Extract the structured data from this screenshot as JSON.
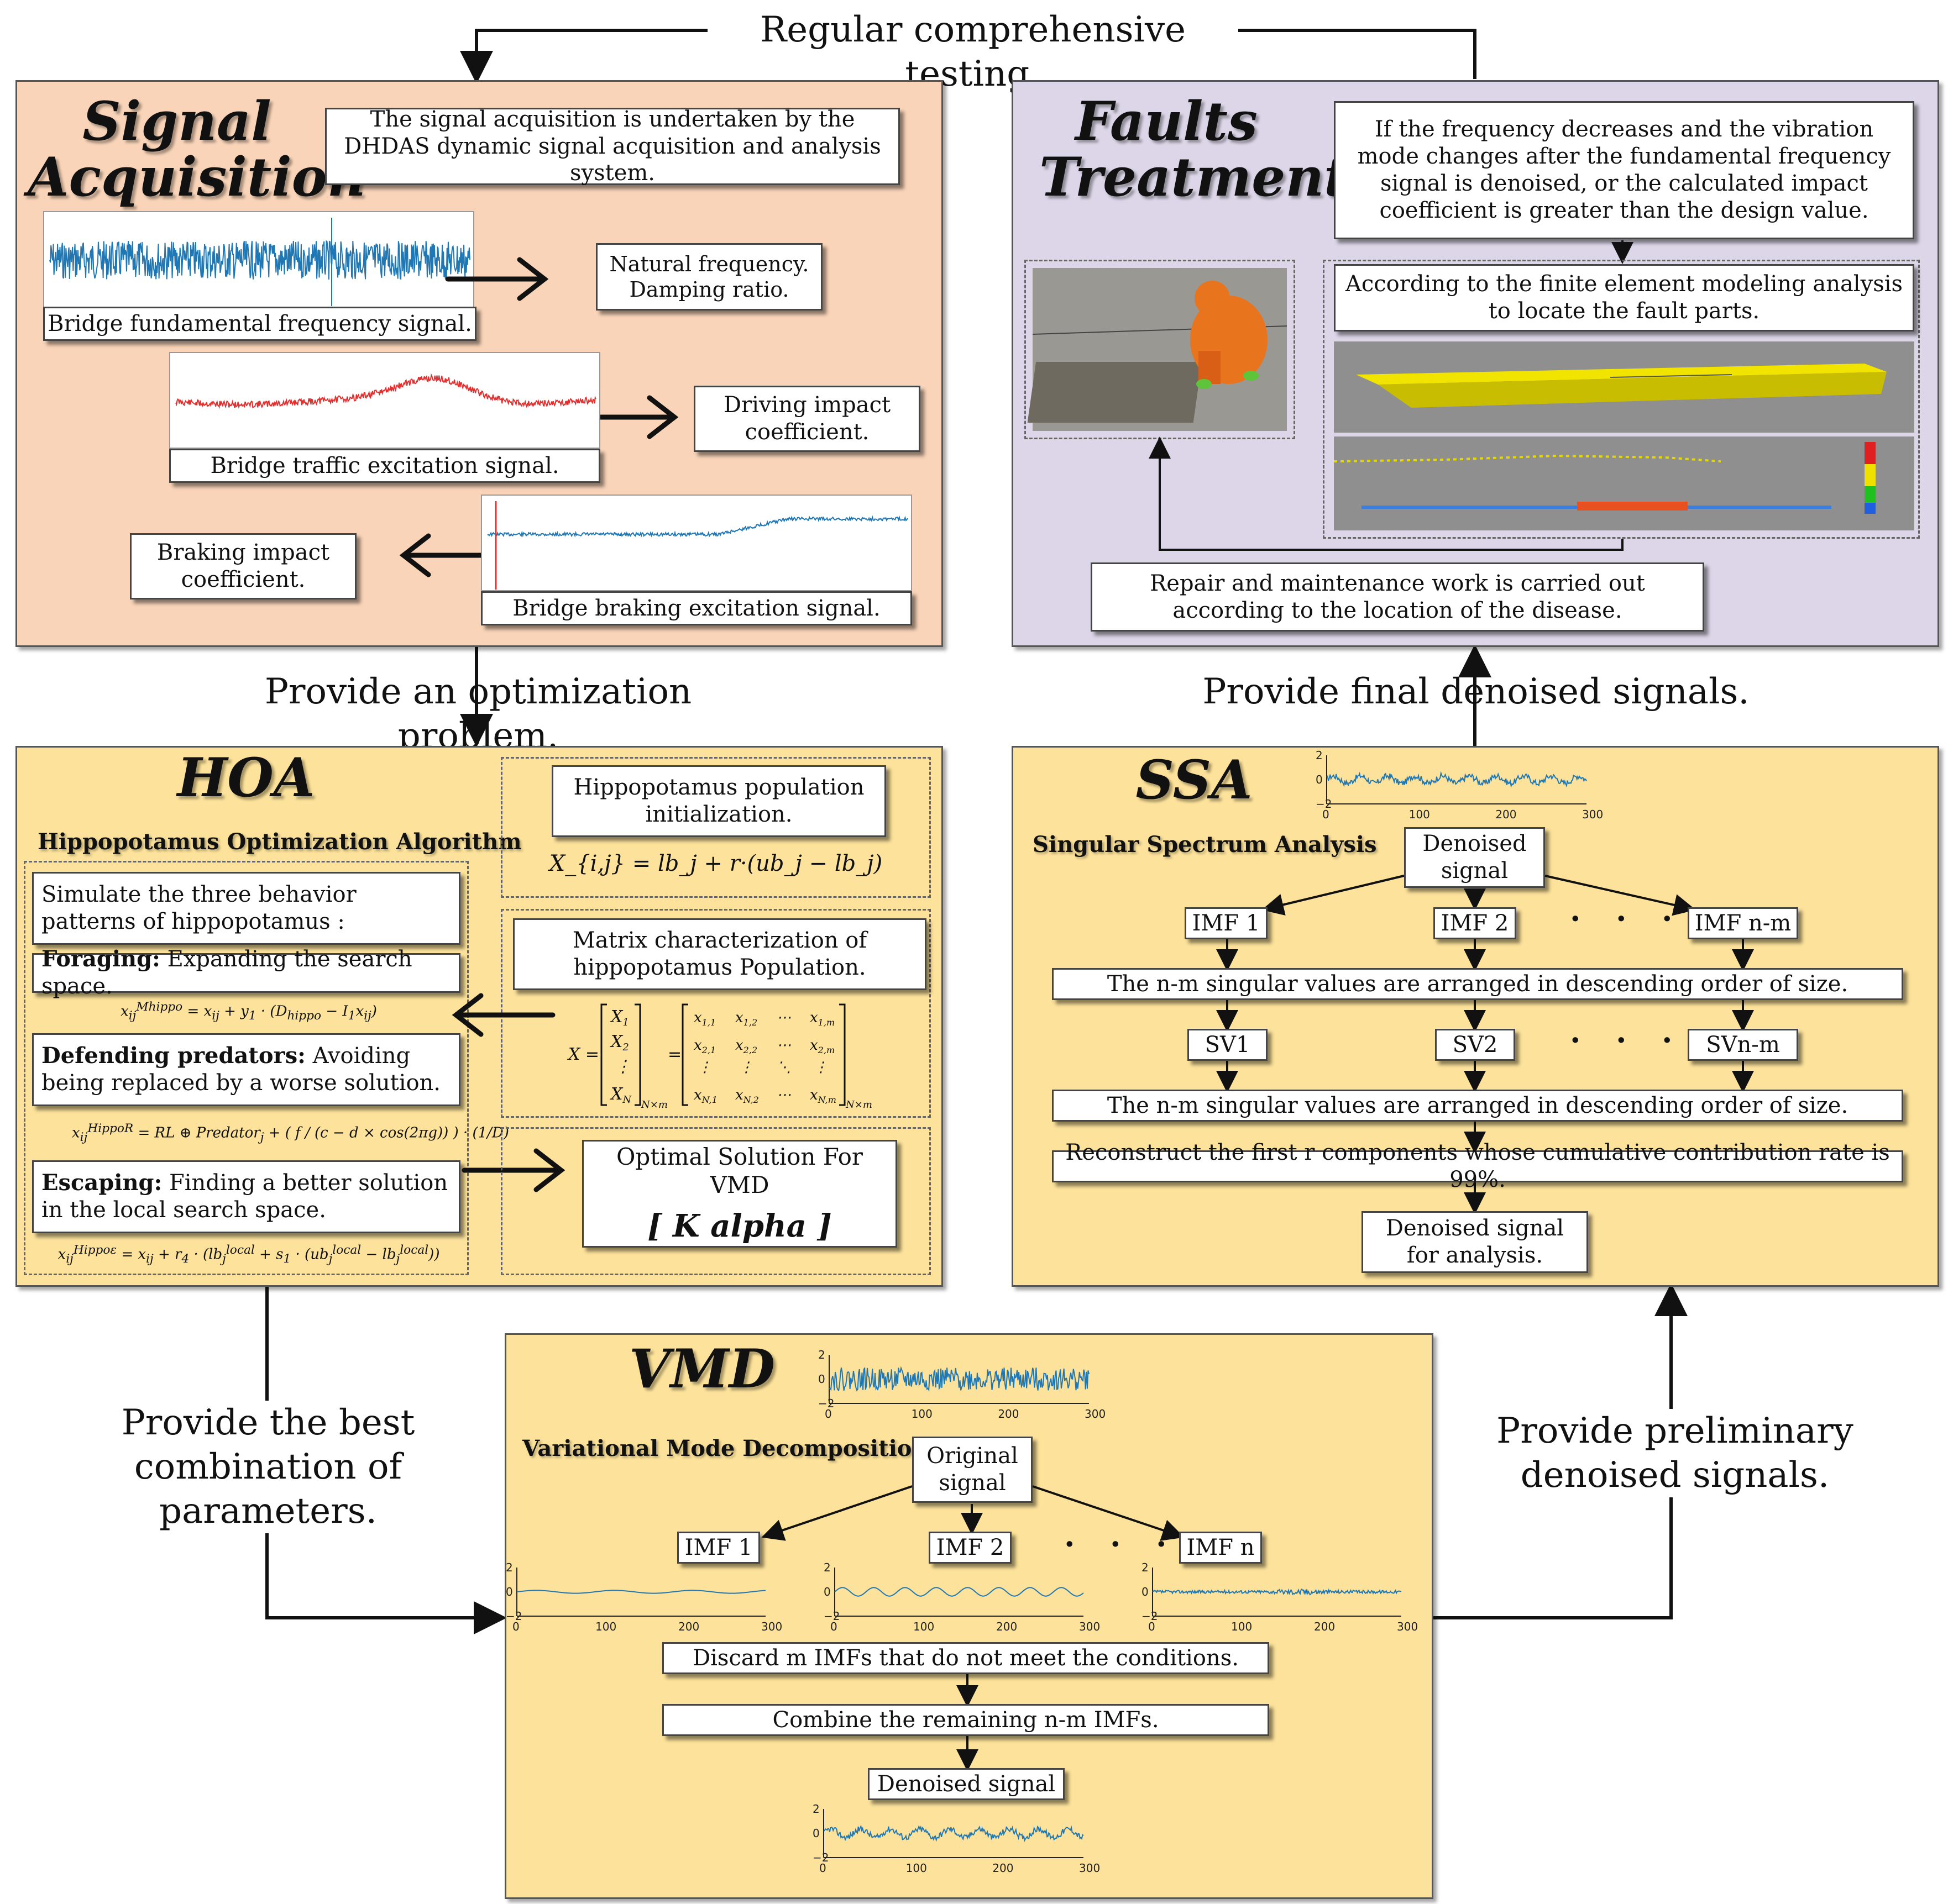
{
  "top_label": "Regular comprehensive testing.",
  "arrow_labels": {
    "optimization": "Provide an optimization problem.",
    "final_denoised": "Provide final denoised signals.",
    "best_params": "Provide the best combination of parameters.",
    "preliminary": "Provide preliminary denoised signals."
  },
  "signal_acquisition": {
    "title": "Signal Acquisition",
    "description": "The signal acquisition is undertaken by the DHDAS dynamic signal acquisition and analysis system.",
    "fundamental_label": "Bridge fundamental frequency signal.",
    "natural_freq": "Natural frequency. Damping ratio.",
    "traffic_label": "Bridge traffic excitation signal.",
    "driving_impact": "Driving impact coefficient.",
    "braking_label": "Bridge braking excitation signal.",
    "braking_impact": "Braking impact coefficient."
  },
  "faults_treatment": {
    "title": "Faults Treatment",
    "condition": "If the frequency decreases and the vibration mode changes after the fundamental frequency signal is denoised, or the calculated impact coefficient is greater than the design value.",
    "locate": "According to the finite element modeling analysis to locate the fault parts.",
    "repair": "Repair and maintenance work is carried out according to the location of the disease."
  },
  "hoa": {
    "title": "HOA",
    "subtitle": "Hippopotamus Optimization Algorithm",
    "simulate": "Simulate the three behavior patterns of hippopotamus :",
    "foraging_bold": "Foraging:",
    "foraging_text": " Expanding the search space.",
    "defending_bold": "Defending predators:",
    "defending_text": " Avoiding being replaced by a worse solution.",
    "escaping_bold": "Escaping:",
    "escaping_text": " Finding a better solution in the local search space.",
    "init": "Hippopotamus population initialization.",
    "init_formula": "X_{i,j} = lb_j + r·(ub_j − lb_j)",
    "matrix": "Matrix characterization of hippopotamus Population.",
    "optimal": "Optimal Solution For VMD",
    "optimal_params": "[ K  alpha ]"
  },
  "ssa": {
    "title": "SSA",
    "subtitle": "Singular Spectrum Analysis",
    "denoised_input": "Denoised signal",
    "imf1": "IMF 1",
    "imf2": "IMF 2",
    "imfnm": "IMF n-m",
    "step_sv1": "The n-m singular values are arranged in descending order of size.",
    "sv1": "SV1",
    "sv2": "SV2",
    "svnm": "SVn-m",
    "step_sv2": "The n-m singular values are arranged in descending order of size.",
    "reconstruct": "Reconstruct the first r components whose cumulative contribution rate is 99%.",
    "output": "Denoised signal for analysis."
  },
  "vmd": {
    "title": "VMD",
    "subtitle": "Variational Mode Decomposition",
    "original": "Original signal",
    "imf1": "IMF 1",
    "imf2": "IMF 2",
    "imfn": "IMF n",
    "discard": "Discard m IMFs that do not meet the conditions.",
    "combine": "Combine the remaining n-m IMFs.",
    "denoised": "Denoised signal"
  },
  "dots": "· · ·",
  "plot_ticks": {
    "y": [
      "2",
      "0",
      "−2"
    ],
    "x": [
      "0",
      "100",
      "200",
      "300"
    ]
  },
  "colors": {
    "acq_bg": "#f9d4b8",
    "faults_bg": "#dcd6e8",
    "algo_bg": "#fce29a",
    "signal_blue": "#1f77b4",
    "signal_red": "#e03030"
  }
}
